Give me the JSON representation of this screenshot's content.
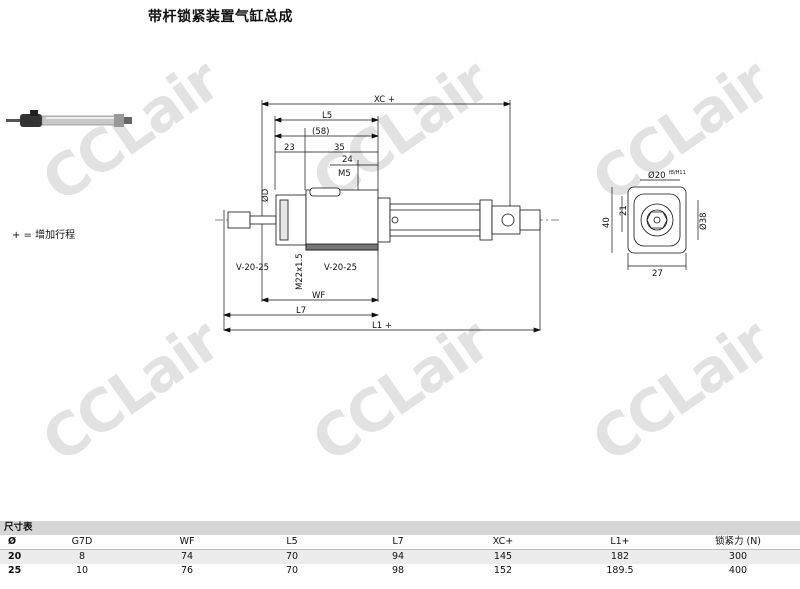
{
  "title": "带杆锁紧装置气缸总成",
  "note": "+ = 增加行程",
  "watermark": "CCLair",
  "drawing": {
    "labels": {
      "xc": "XC +",
      "l5": "L5",
      "d58": "(58)",
      "d23": "23",
      "d35": "35",
      "d24": "24",
      "m5": "M5",
      "od": "ØD",
      "v1": "V-20-25",
      "v2": "V-20-25",
      "m22": "M22x1.5",
      "wf": "WF",
      "l7": "L7",
      "l1": "L1 +",
      "d20": "Ø20",
      "d20tol": "f8/H11",
      "d40": "40",
      "d21": "21",
      "d38": "Ø38",
      "d27": "27"
    }
  },
  "table": {
    "title": "尺寸表",
    "headers": [
      "Ø",
      "G7D",
      "WF",
      "L5",
      "L7",
      "XC+",
      "L1+",
      "锁紧力 (N)"
    ],
    "rows": [
      [
        "20",
        "8",
        "74",
        "70",
        "94",
        "145",
        "182",
        "300"
      ],
      [
        "25",
        "10",
        "76",
        "70",
        "98",
        "152",
        "189.5",
        "400"
      ]
    ]
  }
}
